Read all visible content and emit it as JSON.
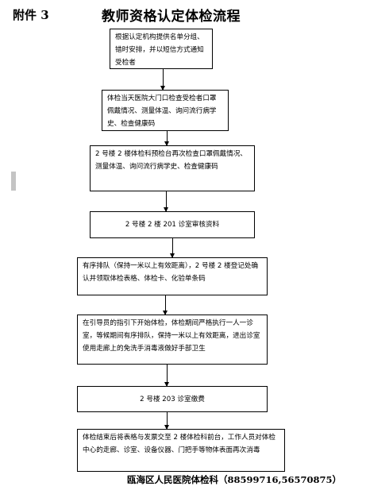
{
  "header": {
    "attachment": "附件 3",
    "title": "教师资格认定体检流程"
  },
  "steps": [
    {
      "text": "根据认定机构提供名单分组、错时安排，并以短信方式通知受检者"
    },
    {
      "text": "体检当天医院大门口检查受检者口罩佩戴情况、测量体温、询问流行病学史、检查健康码"
    },
    {
      "text": "2 号楼 2 楼体检科预检台再次检查口罩佩戴情况、测量体温、询问流行病学史、检查健康码"
    },
    {
      "text": "2 号楼 2 楼 201 诊室审核资料"
    },
    {
      "text": "有序排队（保持一米以上有效距离），2 号楼 2 楼登记处确认并领取体检表格、体检卡、化验单条码"
    },
    {
      "text": "在引导员的指引下开始体检，体检期间严格执行一人一诊室，等候期间有序排队，保持一米以上有效距离，进出诊室使用走廊上的免洗手消毒液做好手部卫生"
    },
    {
      "text": "2 号楼 203 诊室缴费"
    },
    {
      "text": "体检结束后将表格与发票交至 2 楼体检科前台，工作人员对体检中心的走廊、诊室、设备仪器、门把手等物体表面再次消毒"
    }
  ],
  "footer": {
    "contact": "瓯海区人民医院体检科（88599716,56570875）"
  }
}
